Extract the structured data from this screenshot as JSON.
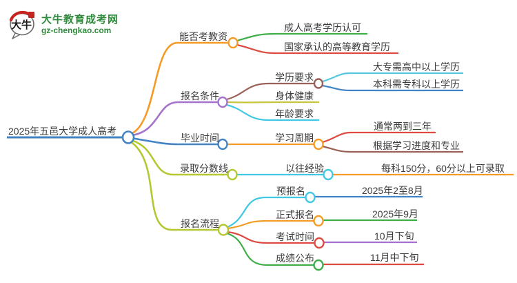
{
  "logo": {
    "icon_text": "大牛",
    "title": "大牛教育成考网",
    "url": "gz-chengkao.com"
  },
  "mindmap": {
    "root": {
      "label": "2025年五邑大学成人高考"
    },
    "teacher_cert": {
      "label": "能否考教资",
      "recognized": {
        "label": "成人高考学历认可"
      },
      "state_recognized": {
        "label": "国家承认的高等教育学历"
      }
    },
    "requirements": {
      "label": "报名条件",
      "education": {
        "label": "学历要求",
        "college": {
          "label": "大专需高中以上学历"
        },
        "bachelor": {
          "label": "本科需专科以上学历"
        }
      },
      "health": {
        "label": "身体健康"
      },
      "age": {
        "label": "年龄要求"
      }
    },
    "graduation": {
      "label": "毕业时间",
      "study_period": {
        "label": "学习周期",
        "duration": {
          "label": "通常两到三年"
        },
        "depends": {
          "label": "根据学习进度和专业"
        }
      }
    },
    "admission_score": {
      "label": "录取分数线",
      "experience": {
        "label": "以往经验",
        "detail": {
          "label": "每科150分，60分以上可录取"
        }
      }
    },
    "process": {
      "label": "报名流程",
      "pre_register": {
        "label": "预报名",
        "value": "2025年2至8月"
      },
      "official_register": {
        "label": "正式报名",
        "value": "2025年9月"
      },
      "exam_time": {
        "label": "考试时间",
        "value": "10月下旬"
      },
      "results": {
        "label": "成绩公布",
        "value": "11月中下旬"
      }
    }
  },
  "colors": {
    "orange": "#f59b25",
    "green": "#3fae49",
    "red": "#dd4a41",
    "purple": "#a471cd",
    "brown": "#9b6158",
    "olive": "#c8c43b",
    "cyan": "#41c8e3",
    "blue": "#4183c4",
    "yellow_green": "#b5c832",
    "light_cyan": "#55c8dd",
    "brand_green": "#2e8b3c",
    "text": "#3c3c3c"
  }
}
